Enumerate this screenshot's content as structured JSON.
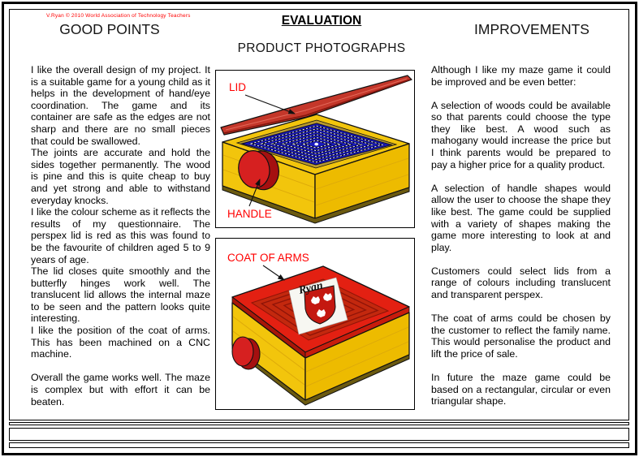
{
  "page": {
    "watermark": "V.Ryan © 2010 World Association of Technology Teachers",
    "title": "EVALUATION",
    "subtitle": "PRODUCT PHOTOGRAPHS"
  },
  "good_points": {
    "heading": "GOOD POINTS",
    "paragraphs": [
      "I like the overall design of my project. It is a suitable game for a young child as it helps in the development of hand/eye coordination. The game and its container are safe as the edges are not sharp and there are no small pieces that could be swallowed.",
      "The joints are accurate and hold the sides together permanently. The wood is pine and this is quite cheap to buy and yet strong and able to withstand everyday knocks.",
      "I like the colour scheme as it reflects the results of my questionnaire. The perspex lid is red as this was found to be the favourite of children aged 5 to 9 years of age.",
      "The lid closes quite smoothly and the butterfly hinges work well. The translucent lid allows the internal maze to be seen and the pattern looks quite interesting.",
      "I like the position of the coat of arms. This has been machined on a CNC machine.",
      "Overall the game works well. The maze is complex but with effort it can be beaten."
    ]
  },
  "improvements": {
    "heading": "IMPROVEMENTS",
    "paragraphs": [
      "Although I like my maze game it could be improved and be even better:",
      "A selection of woods could be available so that parents could choose the type they like best. A wood such as mahogany would increase the price but I think parents would be prepared to pay a higher price for a quality product.",
      "A selection of handle shapes would allow the user to choose the shape they like best. The game could be supplied with a variety of shapes making the game more interesting to look at and play.",
      "Customers could select lids from a range of colours including translucent and transparent perspex.",
      "The coat of arms could be chosen by the customer to reflect the family name. This would personalise the product and lift the price of sale.",
      "In future the maze game could be based on a rectangular, circular or even triangular shape."
    ]
  },
  "photos": {
    "open_box": {
      "lid_label": "LID",
      "handle_label": "HANDLE"
    },
    "closed_box": {
      "coat_label": "COAT OF ARMS",
      "crest_name": "Ryan"
    }
  },
  "colors": {
    "label_red": "#FF0000",
    "box_yellow": "#F2C50C",
    "box_yellow_shade": "#EDBB00",
    "maze_blue": "#1A1AC0",
    "lid_red_open": "#C4372A",
    "lid_red_closed": "#E32012",
    "handle_red": "#D62020",
    "base_brown": "#6B5A10",
    "shield_red": "#C41810"
  }
}
